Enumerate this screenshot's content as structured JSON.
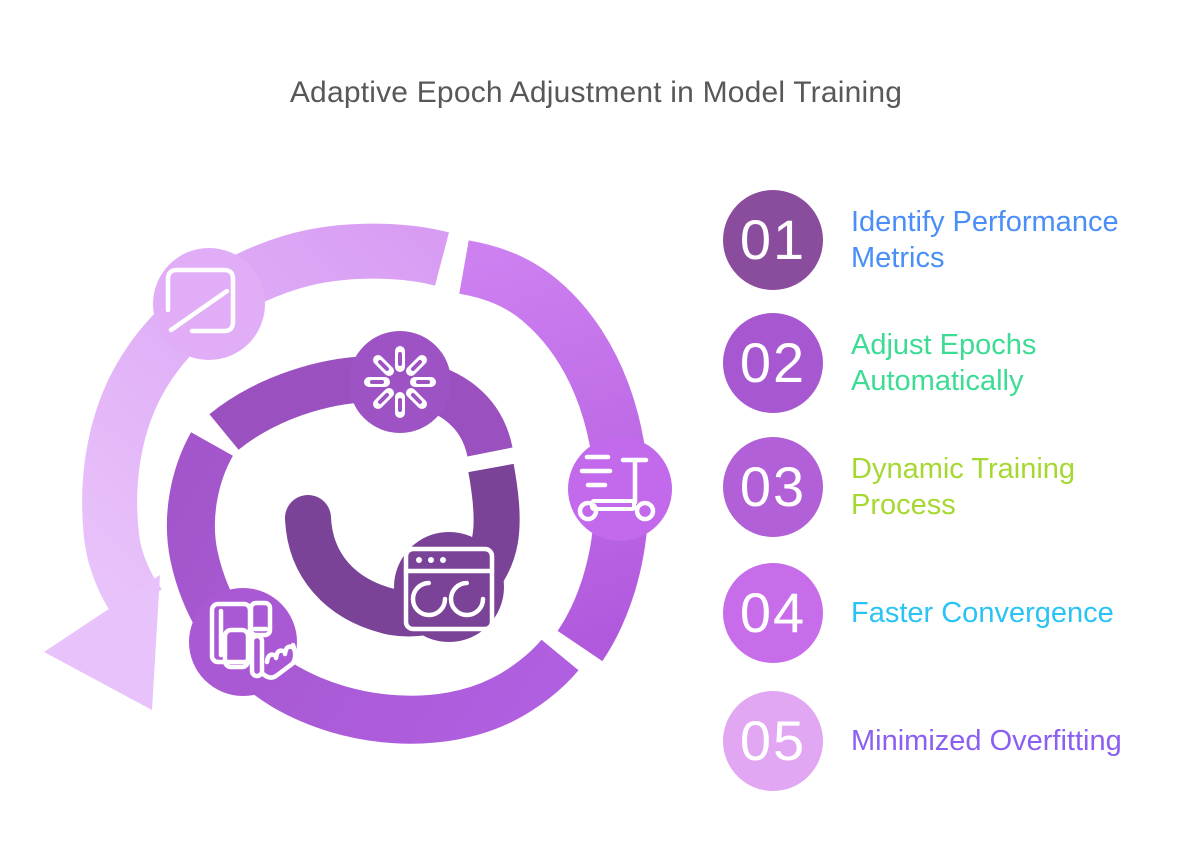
{
  "title": "Adaptive Epoch Adjustment in Model Training",
  "title_color": "#58585a",
  "steps": [
    {
      "number": "01",
      "label": "Identify Performance Metrics",
      "circle_color": "#8a4d9e",
      "label_color": "#4a8ff7"
    },
    {
      "number": "02",
      "label": "Adjust Epochs Automatically",
      "circle_color": "#a757cf",
      "label_color": "#3ddc94"
    },
    {
      "number": "03",
      "label": "Dynamic Training Process",
      "circle_color": "#b160d8",
      "label_color": "#a6d832"
    },
    {
      "number": "04",
      "label": "Faster Convergence",
      "circle_color": "#c76dea",
      "label_color": "#2ac3f5"
    },
    {
      "number": "05",
      "label": "Minimized Overfitting",
      "circle_color": "#e2a7f2",
      "label_color": "#8a5ff2"
    }
  ],
  "spiral": {
    "segment_inner_color": "#7a4397",
    "segment_mid_color": "#9b50c0",
    "segment_outer_mid_from": "#a356cb",
    "segment_outer_mid_to": "#b05fe0",
    "segment_outer_from": "#b159dd",
    "segment_outer_to": "#cd80f0",
    "segment_light_from": "#d89df3",
    "segment_light_to": "#e8c2fa",
    "arrow_color": "#e8c2fa",
    "icon_color": "#ffffff",
    "nodes": [
      {
        "icon": "expand-icon",
        "color": "#e0adf6"
      },
      {
        "icon": "spinner-icon",
        "color": "#9d53c3"
      },
      {
        "icon": "scooter-icon",
        "color": "#c26aeb"
      },
      {
        "icon": "browser-refresh-icon",
        "color": "#7a4397"
      },
      {
        "icon": "devices-touch-icon",
        "color": "#aa59d5"
      }
    ]
  }
}
